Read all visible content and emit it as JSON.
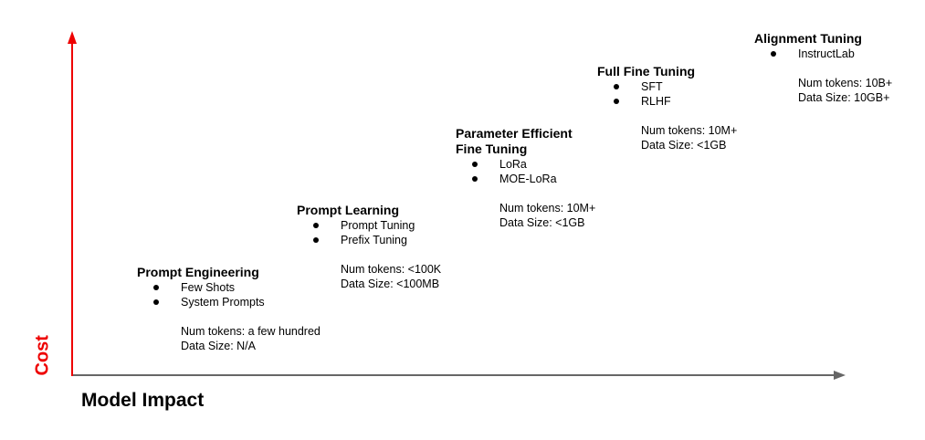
{
  "axes": {
    "y_label": "Cost",
    "x_label": "Model Impact",
    "y_color": "#ee0000",
    "x_color": "#666666"
  },
  "blocks": [
    {
      "title": "Prompt Engineering",
      "items": [
        "Few Shots",
        "System Prompts"
      ],
      "tokens": "Num tokens: a few hundred",
      "data_size": "Data Size: N/A"
    },
    {
      "title": "Prompt Learning",
      "items": [
        "Prompt Tuning",
        "Prefix Tuning"
      ],
      "tokens": "Num tokens: <100K",
      "data_size": "Data Size: <100MB"
    },
    {
      "title": "Parameter Efficient Fine Tuning",
      "items": [
        "LoRa",
        "MOE-LoRa"
      ],
      "tokens": "Num tokens: 10M+",
      "data_size": "Data Size: <1GB"
    },
    {
      "title": "Full Fine Tuning",
      "items": [
        "SFT",
        "RLHF"
      ],
      "tokens": "Num tokens: 10M+",
      "data_size": "Data Size: <1GB"
    },
    {
      "title": "Alignment Tuning",
      "items": [
        "InstructLab"
      ],
      "tokens": "Num tokens: 10B+",
      "data_size": "Data Size: 10GB+"
    }
  ]
}
